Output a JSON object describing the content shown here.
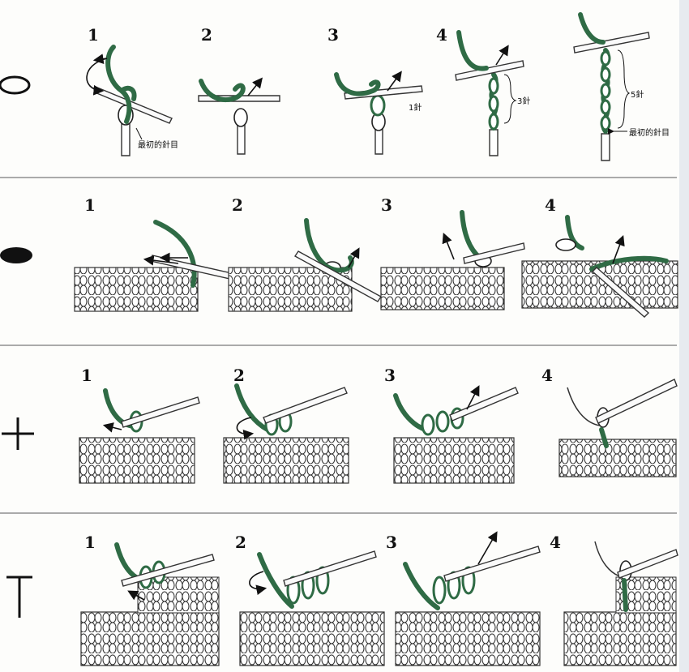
{
  "symbols": [
    {
      "name": "chain",
      "icon": "oval-outline-icon"
    },
    {
      "name": "slip-stitch",
      "icon": "filled-oval-icon"
    },
    {
      "name": "single-crochet",
      "icon": "plus-icon"
    },
    {
      "name": "half-double-crochet",
      "icon": "t-icon"
    }
  ],
  "rows": [
    {
      "steps": [
        "1",
        "2",
        "3",
        "4"
      ],
      "labels": {
        "first_stitch_a": "最初的針目",
        "one_st": "1針",
        "three_st": "3針",
        "five_st": "5針",
        "first_stitch_b": "最初的針目"
      }
    },
    {
      "steps": [
        "1",
        "2",
        "3",
        "4"
      ]
    },
    {
      "steps": [
        "1",
        "2",
        "3",
        "4"
      ]
    },
    {
      "steps": [
        "1",
        "2",
        "3",
        "4"
      ]
    }
  ],
  "colors": {
    "yarn": "#2f6b45",
    "background": "#fdfdfb"
  }
}
